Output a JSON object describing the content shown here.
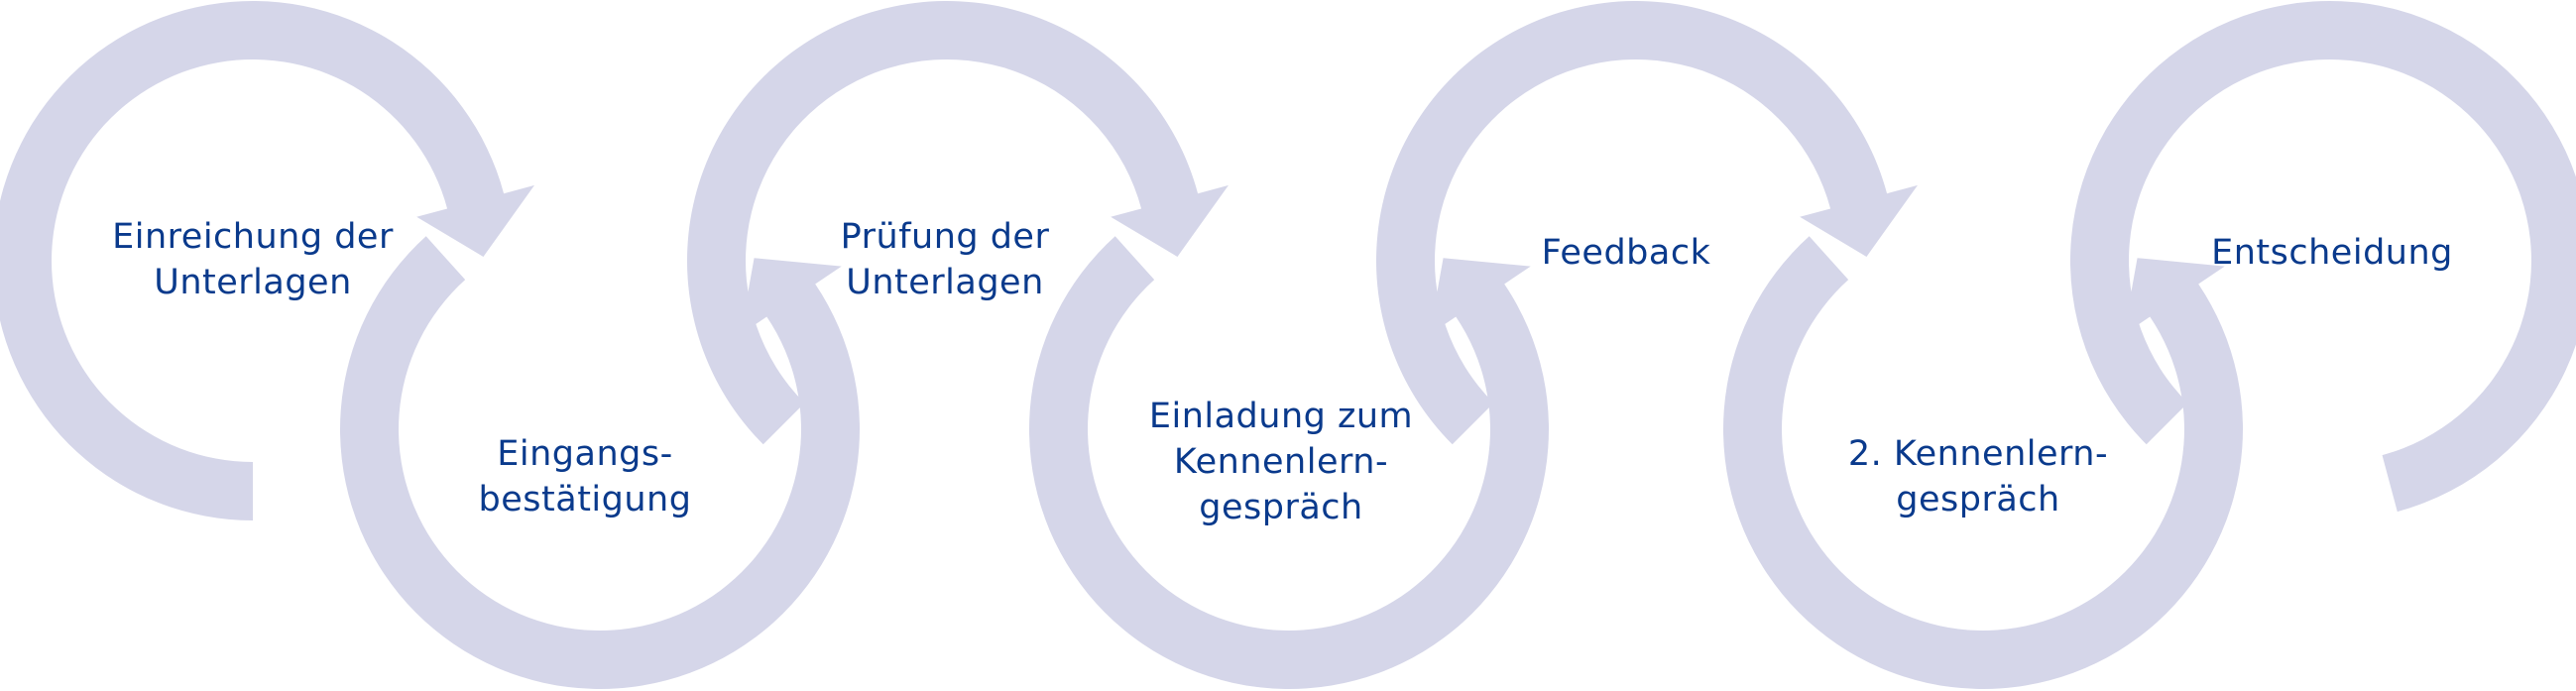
{
  "colors": {
    "arrow_fill": "#d5d6e9",
    "label_text": "#0a3a8c",
    "background": "#ffffff"
  },
  "steps": [
    {
      "lines": [
        "Einreichung der",
        "Unterlagen"
      ]
    },
    {
      "lines": [
        "Eingangs-",
        "bestätigung"
      ]
    },
    {
      "lines": [
        "Prüfung der",
        "Unterlagen"
      ]
    },
    {
      "lines": [
        "Einladung zum",
        "Kennenlern-",
        "gespräch"
      ]
    },
    {
      "lines": [
        "Feedback"
      ]
    },
    {
      "lines": [
        "2. Kennenlern-",
        "gespräch"
      ]
    },
    {
      "lines": [
        "Entscheidung"
      ]
    }
  ]
}
